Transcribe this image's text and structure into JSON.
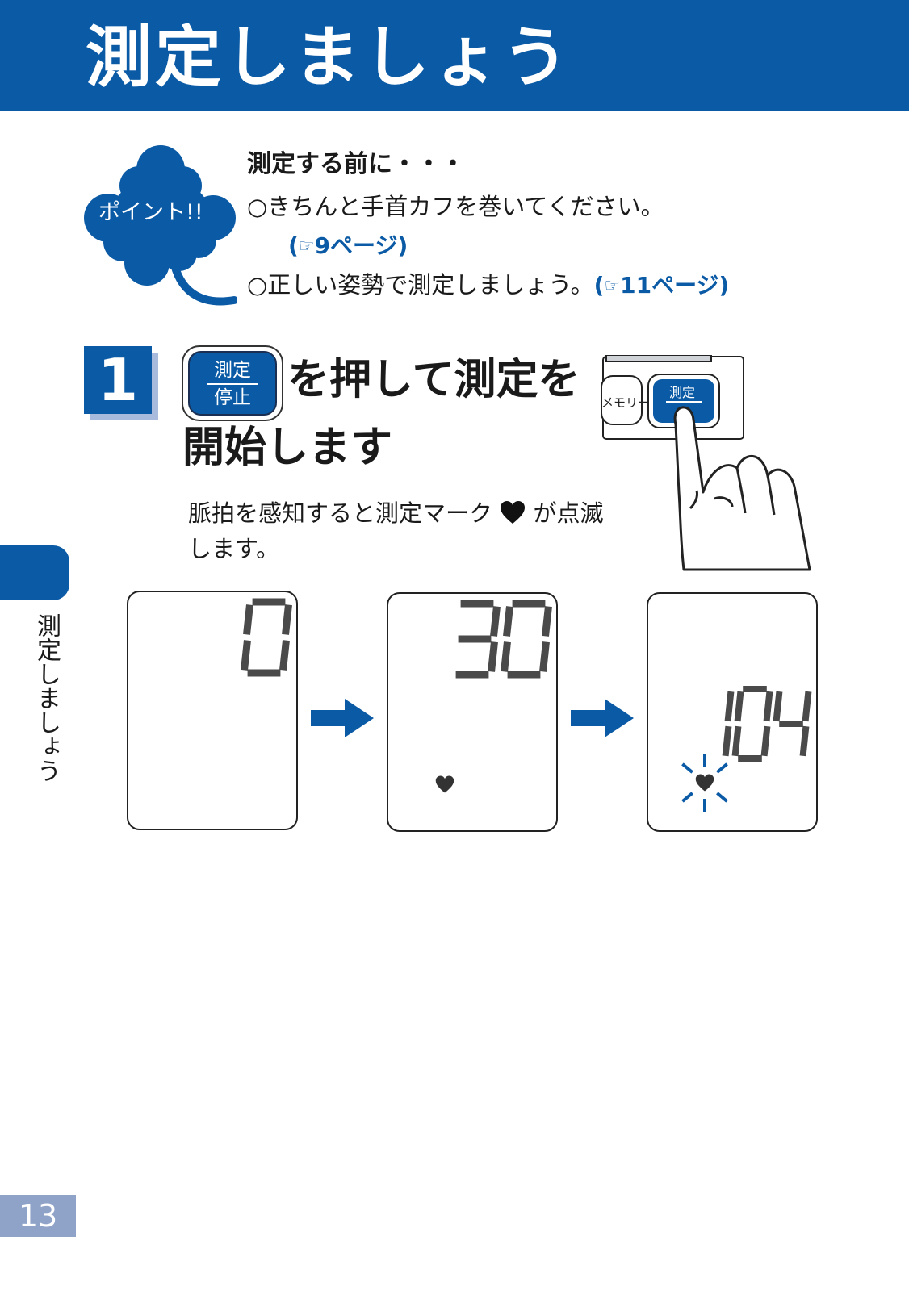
{
  "header": {
    "title": "測定しましょう"
  },
  "point": {
    "badge": "ポイント!!",
    "heading": "測定する前に・・・",
    "line1": "○きちんと手首カフを巻いてください。",
    "ref1": "9ページ)",
    "line2": "○正しい姿勢で測定しましょう。",
    "ref2": "11ページ)",
    "ref_open": "(",
    "ref_icon": "☞"
  },
  "step1": {
    "number": "1",
    "button_top": "測定",
    "button_bottom": "停止",
    "title_line1": "を押して測定を",
    "title_line2": "開始します",
    "desc_part1": "脈拍を感知すると測定マーク",
    "desc_part2": "が点滅します。"
  },
  "device": {
    "memory_label": "メモリー",
    "measure_label": "測定"
  },
  "displays": [
    {
      "value": "0",
      "heart": false,
      "blinking": false
    },
    {
      "value": "30",
      "heart": true,
      "blinking": false
    },
    {
      "value": "104",
      "heart": true,
      "blinking": true
    }
  ],
  "side_tab": {
    "label": "測定しましょう"
  },
  "page": {
    "number": "13"
  },
  "colors": {
    "brand": "#0b5aa5",
    "lcd_digit": "#4a4a4a",
    "page_box": "#8fa3c9"
  }
}
